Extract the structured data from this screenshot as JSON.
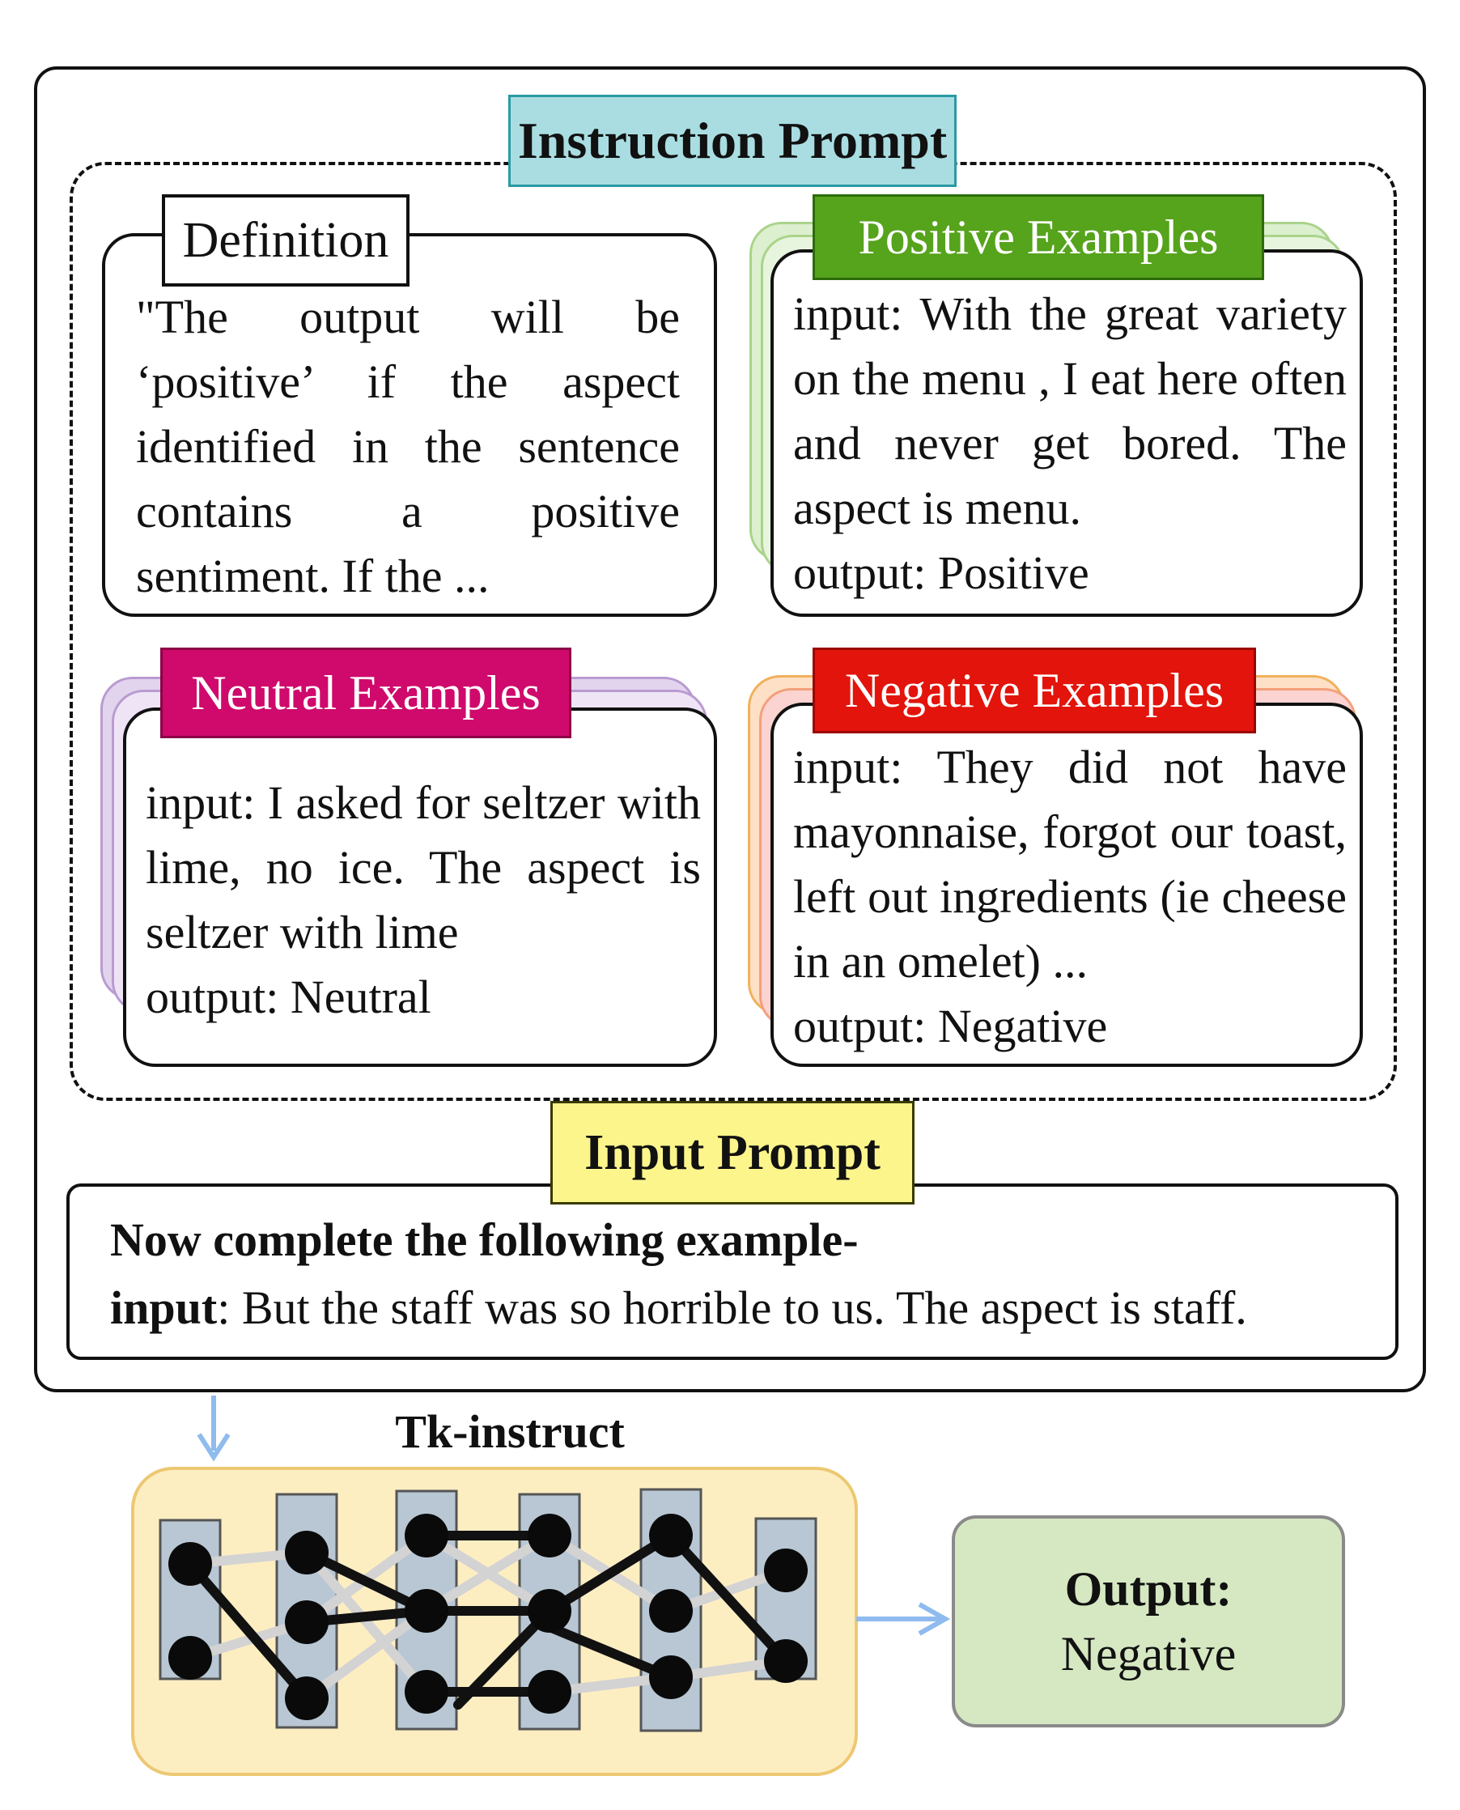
{
  "instruction_prompt": {
    "title": "Instruction Prompt"
  },
  "definition": {
    "label": "Definition",
    "text": "\"The output will be ‘positive’ if the aspect identified in the sentence contains a positive sentiment. If the ..."
  },
  "positive": {
    "label": "Positive Examples",
    "input_text": "input: With the great variety on the menu , I eat here often and never get bored. The aspect is menu.",
    "output_text": "output: Positive",
    "color": "#56a31c"
  },
  "neutral": {
    "label": "Neutral Examples",
    "input_text": "input: I asked for seltzer with lime, no ice. The aspect is seltzer with lime",
    "output_text": "output: Neutral",
    "color": "#cf0a6c"
  },
  "negative": {
    "label": "Negative Examples",
    "input_text": "input: They did not have mayonnaise, forgot our toast, left out ingredients (ie cheese in an omelet) ...",
    "output_text": "output: Negative",
    "color": "#e2140b"
  },
  "input_prompt": {
    "title": "Input Prompt",
    "line1": "Now complete the following example-",
    "input_label": "input",
    "input_rest": ": But the staff was so horrible to us. The aspect is staff."
  },
  "model": {
    "name": "Tk-instruct"
  },
  "output": {
    "title": "Output:",
    "value": "Negative"
  }
}
